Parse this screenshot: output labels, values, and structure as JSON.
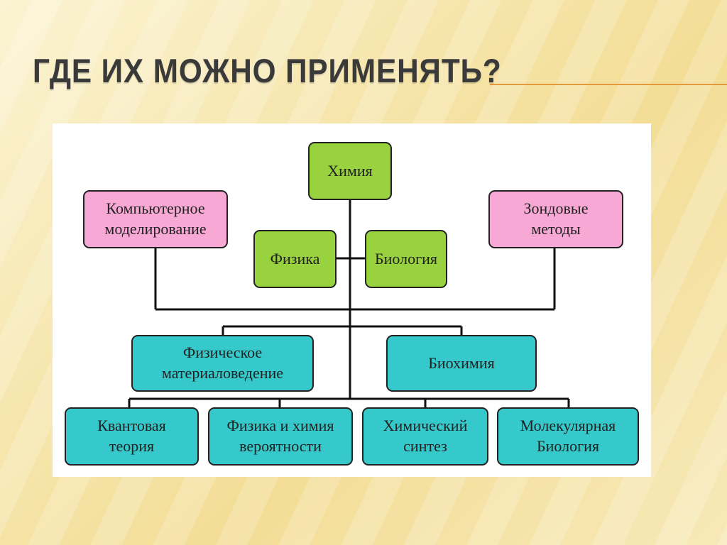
{
  "slide": {
    "title": "ГДЕ ИХ МОЖНО ПРИМЕНЯТЬ?"
  },
  "diagram": {
    "chemistry": "Химия",
    "physics": "Физика",
    "biology": "Биология",
    "computer_modeling": "Компьютерное\nмоделирование",
    "probe_methods": "Зондовые\nметоды",
    "physical_materials_science": "Физическое\nматериаловедение",
    "biochemistry": "Биохимия",
    "quantum_theory": "Квантовая\nтеория",
    "physics_chemistry_probability": "Физика и химия\nвероятности",
    "chemical_synthesis": "Химический\nсинтез",
    "molecular_biology": "Молекулярная\nБиология"
  },
  "colors": {
    "green": "#99d23f",
    "pink": "#f7a8d5",
    "cyan": "#35c9cb",
    "accent_rule": "#e39a3c"
  }
}
